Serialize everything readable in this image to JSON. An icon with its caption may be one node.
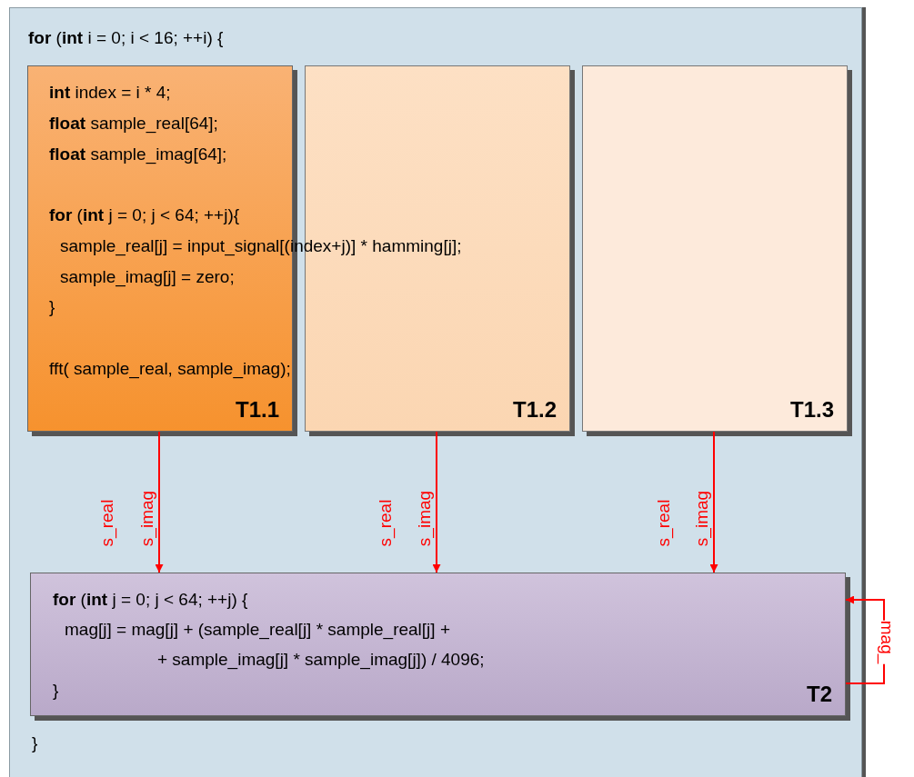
{
  "diagram": {
    "nodes": [
      {
        "text": [
          "**for** (**int** i = 0; i < 16; ++i) {",
          "}"
        ]
      },
      {
        "text": [
          "**int** index = i * 4;",
          "**float** sample_real[64];",
          "**float** sample_imag[64];",
          "**for** (**int** j = 0; j < 64; ++j){",
          "sample_real[j] = input_signal[(index+j)] * hamming[j];",
          "sample_imag[j] = zero;",
          "}",
          "fft( sample_real, sample_imag);",
          "T1.1"
        ],
        "in": 0
      },
      {
        "text": [
          "T1.2"
        ],
        "in": 0
      },
      {
        "text": [
          "T1.3"
        ],
        "in": 0
      },
      {
        "text": [
          "**for** (**int** j = 0; j < 64; ++j) {",
          "mag[j] = mag[j] + (sample_real[j] * sample_real[j] + + sample_imag[j] * sample_imag[j]) / 4096;",
          "}",
          "T2"
        ],
        "in": 0
      }
    ],
    "edges": [
      {
        "from": 1,
        "to": 4,
        "arrow": "to",
        "label": "s_imag",
        "color": "#ff0000"
      },
      {
        "from": 2,
        "to": 4,
        "arrow": "to",
        "label": "s_imag",
        "color": "#ff0000"
      },
      {
        "from": 3,
        "to": 4,
        "arrow": "to",
        "label": "s_imag",
        "color": "#ff0000"
      },
      {
        "from": 4,
        "to": 4,
        "arrow": "to",
        "label": "mag_",
        "color": "#ff0000"
      }
    ],
    "labels": [
      "s_real",
      "s_real",
      "s_real"
    ]
  }
}
